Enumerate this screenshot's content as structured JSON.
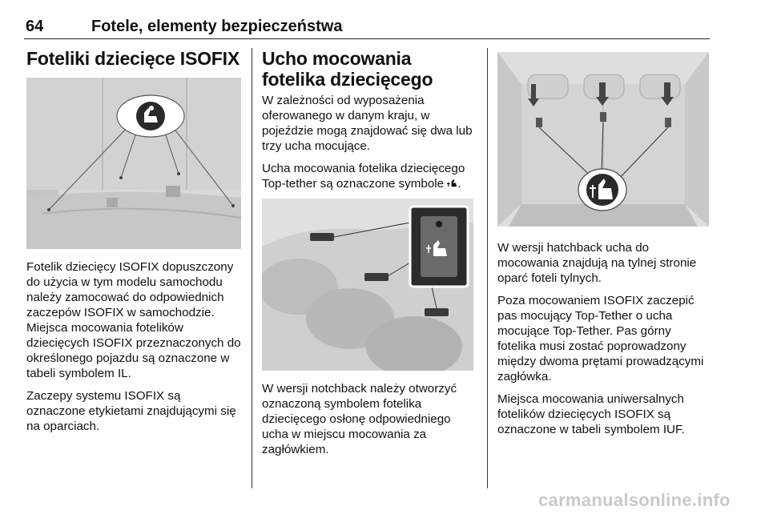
{
  "header": {
    "page_number": "64",
    "chapter_title": "Fotele, elementy bezpieczeństwa"
  },
  "col1": {
    "heading": "Foteliki dziecięce ISOFIX",
    "figure_icon": "child-seat-icon",
    "paragraphs": [
      "Fotelik dziecięcy ISOFIX dopuszczony do użycia w tym modelu samochodu należy zamocować do odpowiednich zaczepów ISOFIX w samochodzie. Miejsca mocowania fotelików dziecięcych ISOFIX przeznaczonych do określonego pojazdu są oznaczone w tabeli symbolem IL.",
      "Zaczepy systemu ISOFIX są oznaczone etykietami znajdującymi się na oparciach."
    ]
  },
  "col2": {
    "heading": "Ucho mocowania fotelika dziecięcego",
    "p1": "W zależności od wyposażenia oferowanego w danym kraju, w pojeździe mogą znajdować się dwa lub trzy ucha mocujące.",
    "p2": "Ucha mocowania fotelika dziecięcego Top-tether są oznaczone symbole",
    "p2_icon": "anchor-child-seat-icon",
    "p2_end": ".",
    "p3": "W wersji notchback należy otworzyć oznaczoną symbolem fotelika dziecięcego osłonę odpowiedniego ucha w miejscu mocowania za zagłówkiem."
  },
  "col3": {
    "figure_icon": "anchor-child-seat-icon",
    "paragraphs": [
      "W wersji hatchback ucha do mocowania znajdują na tylnej stronie oparć foteli tylnych.",
      "Poza mocowaniem ISOFIX zaczepić pas mocujący Top-Tether o ucha mocujące Top-Tether. Pas górny fotelika musi zostać poprowadzony między dwoma prętami prowadzącymi zagłówka.",
      "Miejsca mocowania uniwersalnych fotelików dziecięcych ISOFIX są oznaczone w tabeli symbolem IUF."
    ]
  },
  "watermark": "carmanualsonline.info"
}
